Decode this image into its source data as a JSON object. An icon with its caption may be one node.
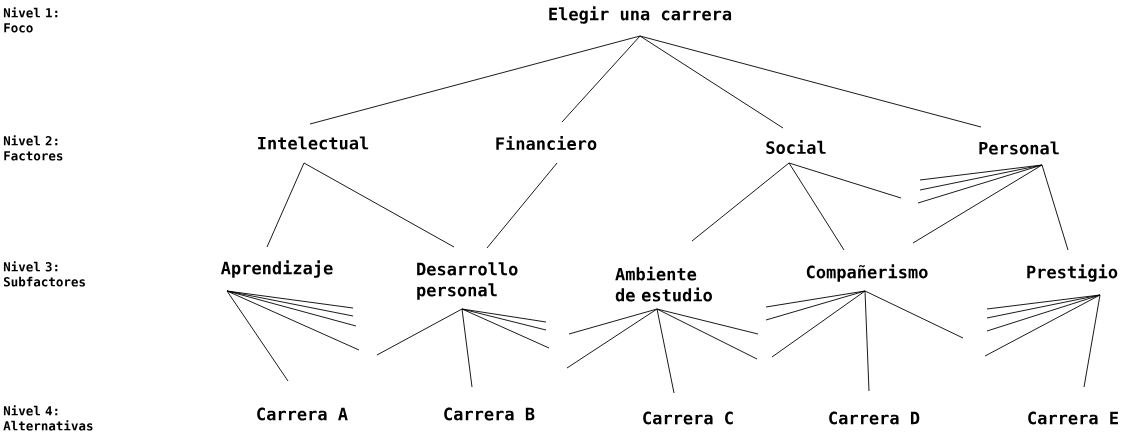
{
  "diagram": {
    "nodes": [
      {
        "text": [
          "Elegir una carrera"
        ]
      },
      {
        "text": [
          "Intelectual"
        ]
      },
      {
        "text": [
          "Financiero"
        ]
      },
      {
        "text": [
          "Social"
        ]
      },
      {
        "text": [
          "Personal"
        ]
      },
      {
        "text": [
          "Aprendizaje"
        ]
      },
      {
        "text": [
          "Desarrollo personal"
        ]
      },
      {
        "text": [
          "Ambiente de estudio"
        ]
      },
      {
        "text": [
          "Compañerismo"
        ]
      },
      {
        "text": [
          "Prestigio"
        ]
      },
      {
        "text": [
          "Carrera A"
        ]
      },
      {
        "text": [
          "Carrera B"
        ]
      },
      {
        "text": [
          "Carrera C"
        ]
      },
      {
        "text": [
          "Carrera D"
        ]
      },
      {
        "text": [
          "Carrera E"
        ]
      }
    ],
    "edges": [
      {
        "from": 0,
        "to": 1,
        "arrow": "none"
      },
      {
        "from": 0,
        "to": 2,
        "arrow": "none"
      },
      {
        "from": 0,
        "to": 3,
        "arrow": "none"
      },
      {
        "from": 0,
        "to": 4,
        "arrow": "none"
      },
      {
        "from": 1,
        "to": 5,
        "arrow": "none"
      },
      {
        "from": 1,
        "to": 6,
        "arrow": "none"
      },
      {
        "from": 2,
        "to": 6,
        "arrow": "none"
      },
      {
        "from": 3,
        "to": 7,
        "arrow": "none"
      },
      {
        "from": 3,
        "to": 8,
        "arrow": "none"
      },
      {
        "from": 3,
        "to": null,
        "arrow": "none"
      },
      {
        "from": 4,
        "to": null,
        "arrow": "none"
      },
      {
        "from": 4,
        "to": null,
        "arrow": "none"
      },
      {
        "from": 4,
        "to": null,
        "arrow": "none"
      },
      {
        "from": 4,
        "to": 8,
        "arrow": "none"
      },
      {
        "from": 4,
        "to": 9,
        "arrow": "none"
      },
      {
        "from": 5,
        "to": 10,
        "arrow": "none"
      },
      {
        "from": 5,
        "to": null,
        "arrow": "none"
      },
      {
        "from": 5,
        "to": null,
        "arrow": "none"
      },
      {
        "from": 5,
        "to": null,
        "arrow": "none"
      },
      {
        "from": 5,
        "to": null,
        "arrow": "none"
      },
      {
        "from": 6,
        "to": null,
        "arrow": "none"
      },
      {
        "from": 6,
        "to": 11,
        "arrow": "none"
      },
      {
        "from": 6,
        "to": null,
        "arrow": "none"
      },
      {
        "from": 6,
        "to": null,
        "arrow": "none"
      },
      {
        "from": 6,
        "to": null,
        "arrow": "none"
      },
      {
        "from": 7,
        "to": null,
        "arrow": "none"
      },
      {
        "from": 7,
        "to": null,
        "arrow": "none"
      },
      {
        "from": 7,
        "to": 12,
        "arrow": "none"
      },
      {
        "from": 7,
        "to": null,
        "arrow": "none"
      },
      {
        "from": 7,
        "to": null,
        "arrow": "none"
      },
      {
        "from": 8,
        "to": null,
        "arrow": "none"
      },
      {
        "from": 8,
        "to": null,
        "arrow": "none"
      },
      {
        "from": 8,
        "to": null,
        "arrow": "none"
      },
      {
        "from": 8,
        "to": 13,
        "arrow": "none"
      },
      {
        "from": 8,
        "to": null,
        "arrow": "none"
      },
      {
        "from": 9,
        "to": null,
        "arrow": "none"
      },
      {
        "from": 9,
        "to": null,
        "arrow": "none"
      },
      {
        "from": 9,
        "to": null,
        "arrow": "none"
      },
      {
        "from": 9,
        "to": null,
        "arrow": "none"
      },
      {
        "from": 9,
        "to": 14,
        "arrow": "none"
      }
    ],
    "labels": [
      "Nivel 1: Foco",
      "Nivel 2: Factores",
      "Nivel 3: Subfactores",
      "Nivel 4: Alternativas"
    ]
  }
}
